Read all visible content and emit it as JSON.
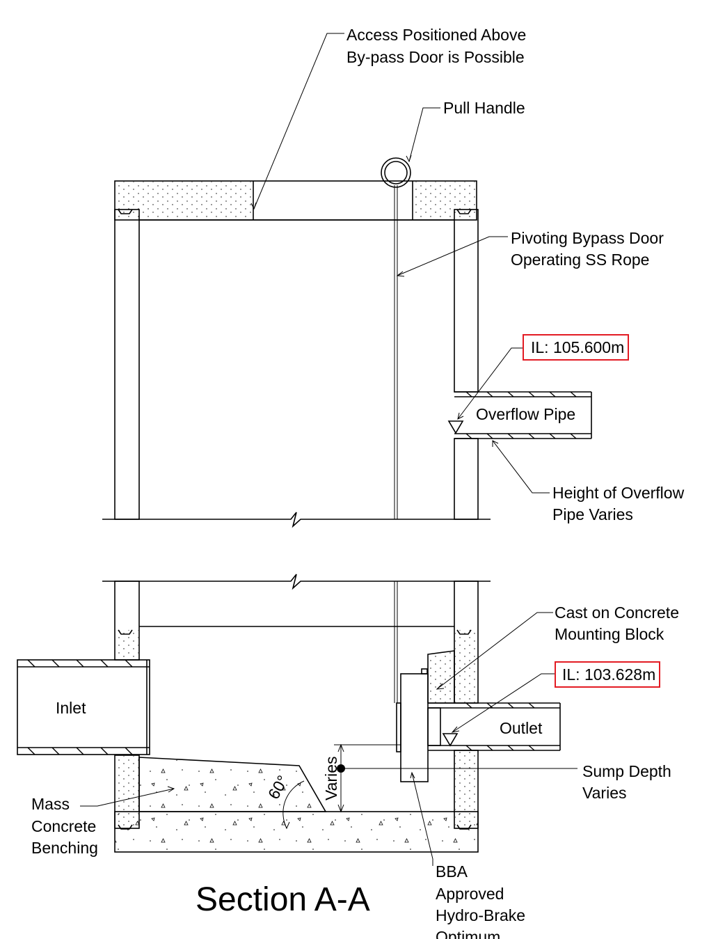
{
  "drawing": {
    "title": "Section A-A",
    "labels": {
      "access_line1": "Access Positioned Above",
      "access_line2": "By-pass Door is Possible",
      "pull_handle": "Pull Handle",
      "pivot_line1": "Pivoting Bypass Door",
      "pivot_line2": "Operating SS Rope",
      "il_upper": "IL: 105.600m",
      "overflow_pipe": "Overflow Pipe",
      "height_line1": "Height of Overflow",
      "height_line2": "Pipe Varies",
      "cast_line1": "Cast on Concrete",
      "cast_line2": "Mounting Block",
      "il_lower": "IL: 103.628m",
      "inlet": "Inlet",
      "outlet": "Outlet",
      "sump_line1": "Sump Depth",
      "sump_line2": "Varies",
      "varies": "Varies",
      "angle": "60°",
      "mass_line1": "Mass",
      "mass_line2": "Concrete",
      "mass_line3": "Benching",
      "bba_line1": "BBA",
      "bba_line2": "Approved",
      "bba_line3": "Hydro-Brake",
      "bba_line4": "Optimum"
    },
    "colors": {
      "line": "#000000",
      "il_box": "#e31b23",
      "background": "#ffffff"
    }
  }
}
